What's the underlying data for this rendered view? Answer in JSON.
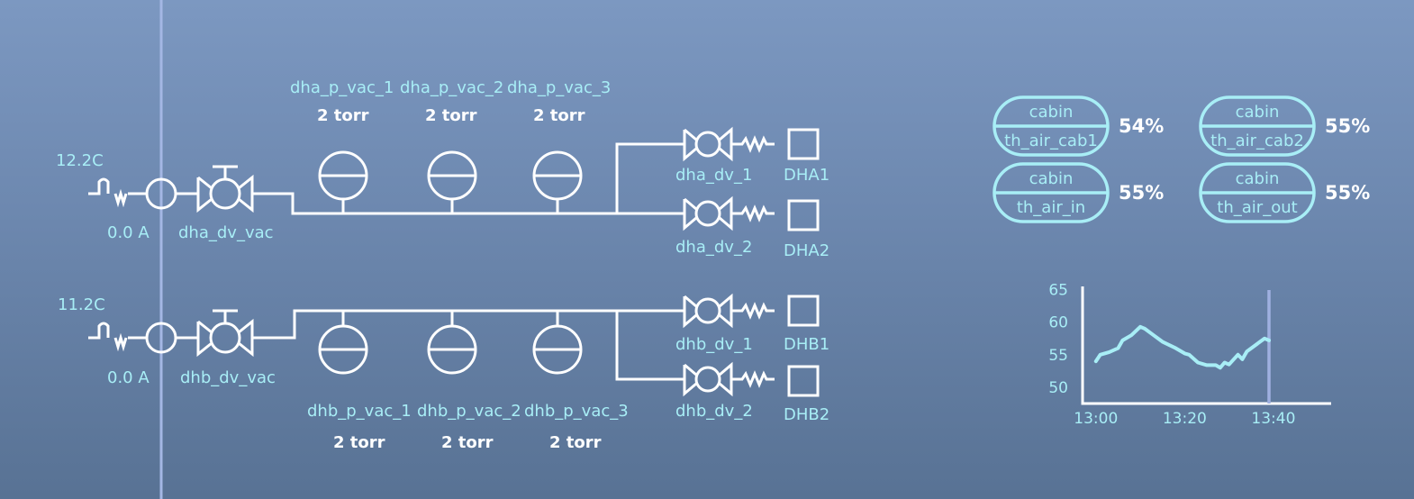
{
  "colors": {
    "accent": "#a8eef6",
    "pipe": "#ffffff",
    "cursor": "#9fb0e0"
  },
  "line_a": {
    "temp": "12.2C",
    "current": "0.0 A",
    "vac_valve": "dha_dv_vac",
    "gauges": [
      {
        "name": "dha_p_vac_1",
        "value": "2 torr"
      },
      {
        "name": "dha_p_vac_2",
        "value": "2 torr"
      },
      {
        "name": "dha_p_vac_3",
        "value": "2 torr"
      }
    ],
    "branches": [
      {
        "valve": "dha_dv_1",
        "device": "DHA1"
      },
      {
        "valve": "dha_dv_2",
        "device": "DHA2"
      }
    ]
  },
  "line_b": {
    "temp": "11.2C",
    "current": "0.0 A",
    "vac_valve": "dhb_dv_vac",
    "gauges": [
      {
        "name": "dhb_p_vac_1",
        "value": "2 torr"
      },
      {
        "name": "dhb_p_vac_2",
        "value": "2 torr"
      },
      {
        "name": "dhb_p_vac_3",
        "value": "2 torr"
      }
    ],
    "branches": [
      {
        "valve": "dhb_dv_1",
        "device": "DHB1"
      },
      {
        "valve": "dhb_dv_2",
        "device": "DHB2"
      }
    ]
  },
  "sensors": [
    {
      "location": "cabin",
      "name": "th_air_cab1",
      "value": "54%"
    },
    {
      "location": "cabin",
      "name": "th_air_cab2",
      "value": "55%"
    },
    {
      "location": "cabin",
      "name": "th_air_in",
      "value": "55%"
    },
    {
      "location": "cabin",
      "name": "th_air_out",
      "value": "55%"
    }
  ],
  "chart_data": {
    "type": "line",
    "title": "",
    "xlabel": "",
    "ylabel": "",
    "x_tick_labels": [
      "13:00",
      "13:20",
      "13:40"
    ],
    "y_tick_labels": [
      "50",
      "55",
      "60",
      "65"
    ],
    "ylim": [
      47.5,
      65.5
    ],
    "xlim_minutes": [
      -3,
      53
    ],
    "cursor_minute": 39,
    "series": [
      {
        "x_minutes": [
          0,
          1,
          3,
          5,
          6,
          8,
          10,
          11,
          13,
          15,
          18,
          20,
          21,
          23,
          25,
          27,
          28,
          29,
          30,
          32,
          33,
          34,
          35,
          37,
          38,
          39
        ],
        "y": [
          54,
          55,
          55.4,
          56,
          57.2,
          58,
          59.3,
          59,
          58,
          57,
          56,
          55.2,
          55,
          53.8,
          53.4,
          53.4,
          53,
          53.8,
          53.5,
          55,
          54.3,
          55.5,
          56,
          57,
          57.5,
          57.2
        ]
      }
    ]
  }
}
